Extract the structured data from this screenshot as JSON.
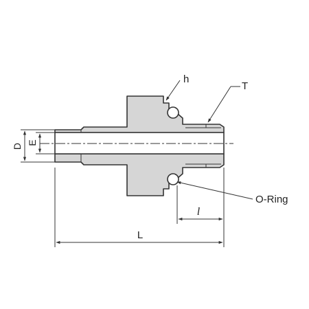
{
  "labels": {
    "h": "h",
    "T": "T",
    "D": "D",
    "E": "E",
    "o_ring": "O-Ring",
    "l": "l",
    "L": "L"
  },
  "colors": {
    "body_fill": "#d6d6d6",
    "stroke": "#333333",
    "background": "#ffffff"
  }
}
